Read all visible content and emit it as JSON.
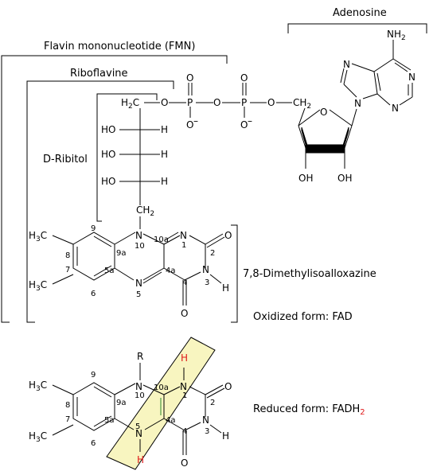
{
  "labels": {
    "adenosine": "Adenosine",
    "fmn": "Flavin mononucleotide (FMN)",
    "riboflavine": "Riboflavine",
    "ribitol": "D-Ribitol",
    "isoalloxazine": "7,8-Dimethylisoalloxazine",
    "oxidized": "Oxidized form: FAD",
    "reduced_prefix": "Reduced form: FADH",
    "reduced_sub": "2"
  },
  "atoms": {
    "N": "N",
    "O": "O",
    "H": "H",
    "P": "P",
    "C": "C",
    "HO": "HO",
    "OH": "OH",
    "NH": "NH",
    "R": "R",
    "minus": "–",
    "two": "2",
    "three": "3",
    "H3": "H3C"
  },
  "ring_numbers": {
    "n1": "1",
    "n2": "2",
    "n3": "3",
    "n4": "4",
    "n4a": "4a",
    "n5": "5",
    "n5a": "5a",
    "n6": "6",
    "n7": "7",
    "n8": "8",
    "n9": "9",
    "n9a": "9a",
    "n10": "10",
    "n10a": "10a"
  },
  "colors": {
    "highlight": "#f8f5c0",
    "hydrogen_red": "#e0191a"
  }
}
